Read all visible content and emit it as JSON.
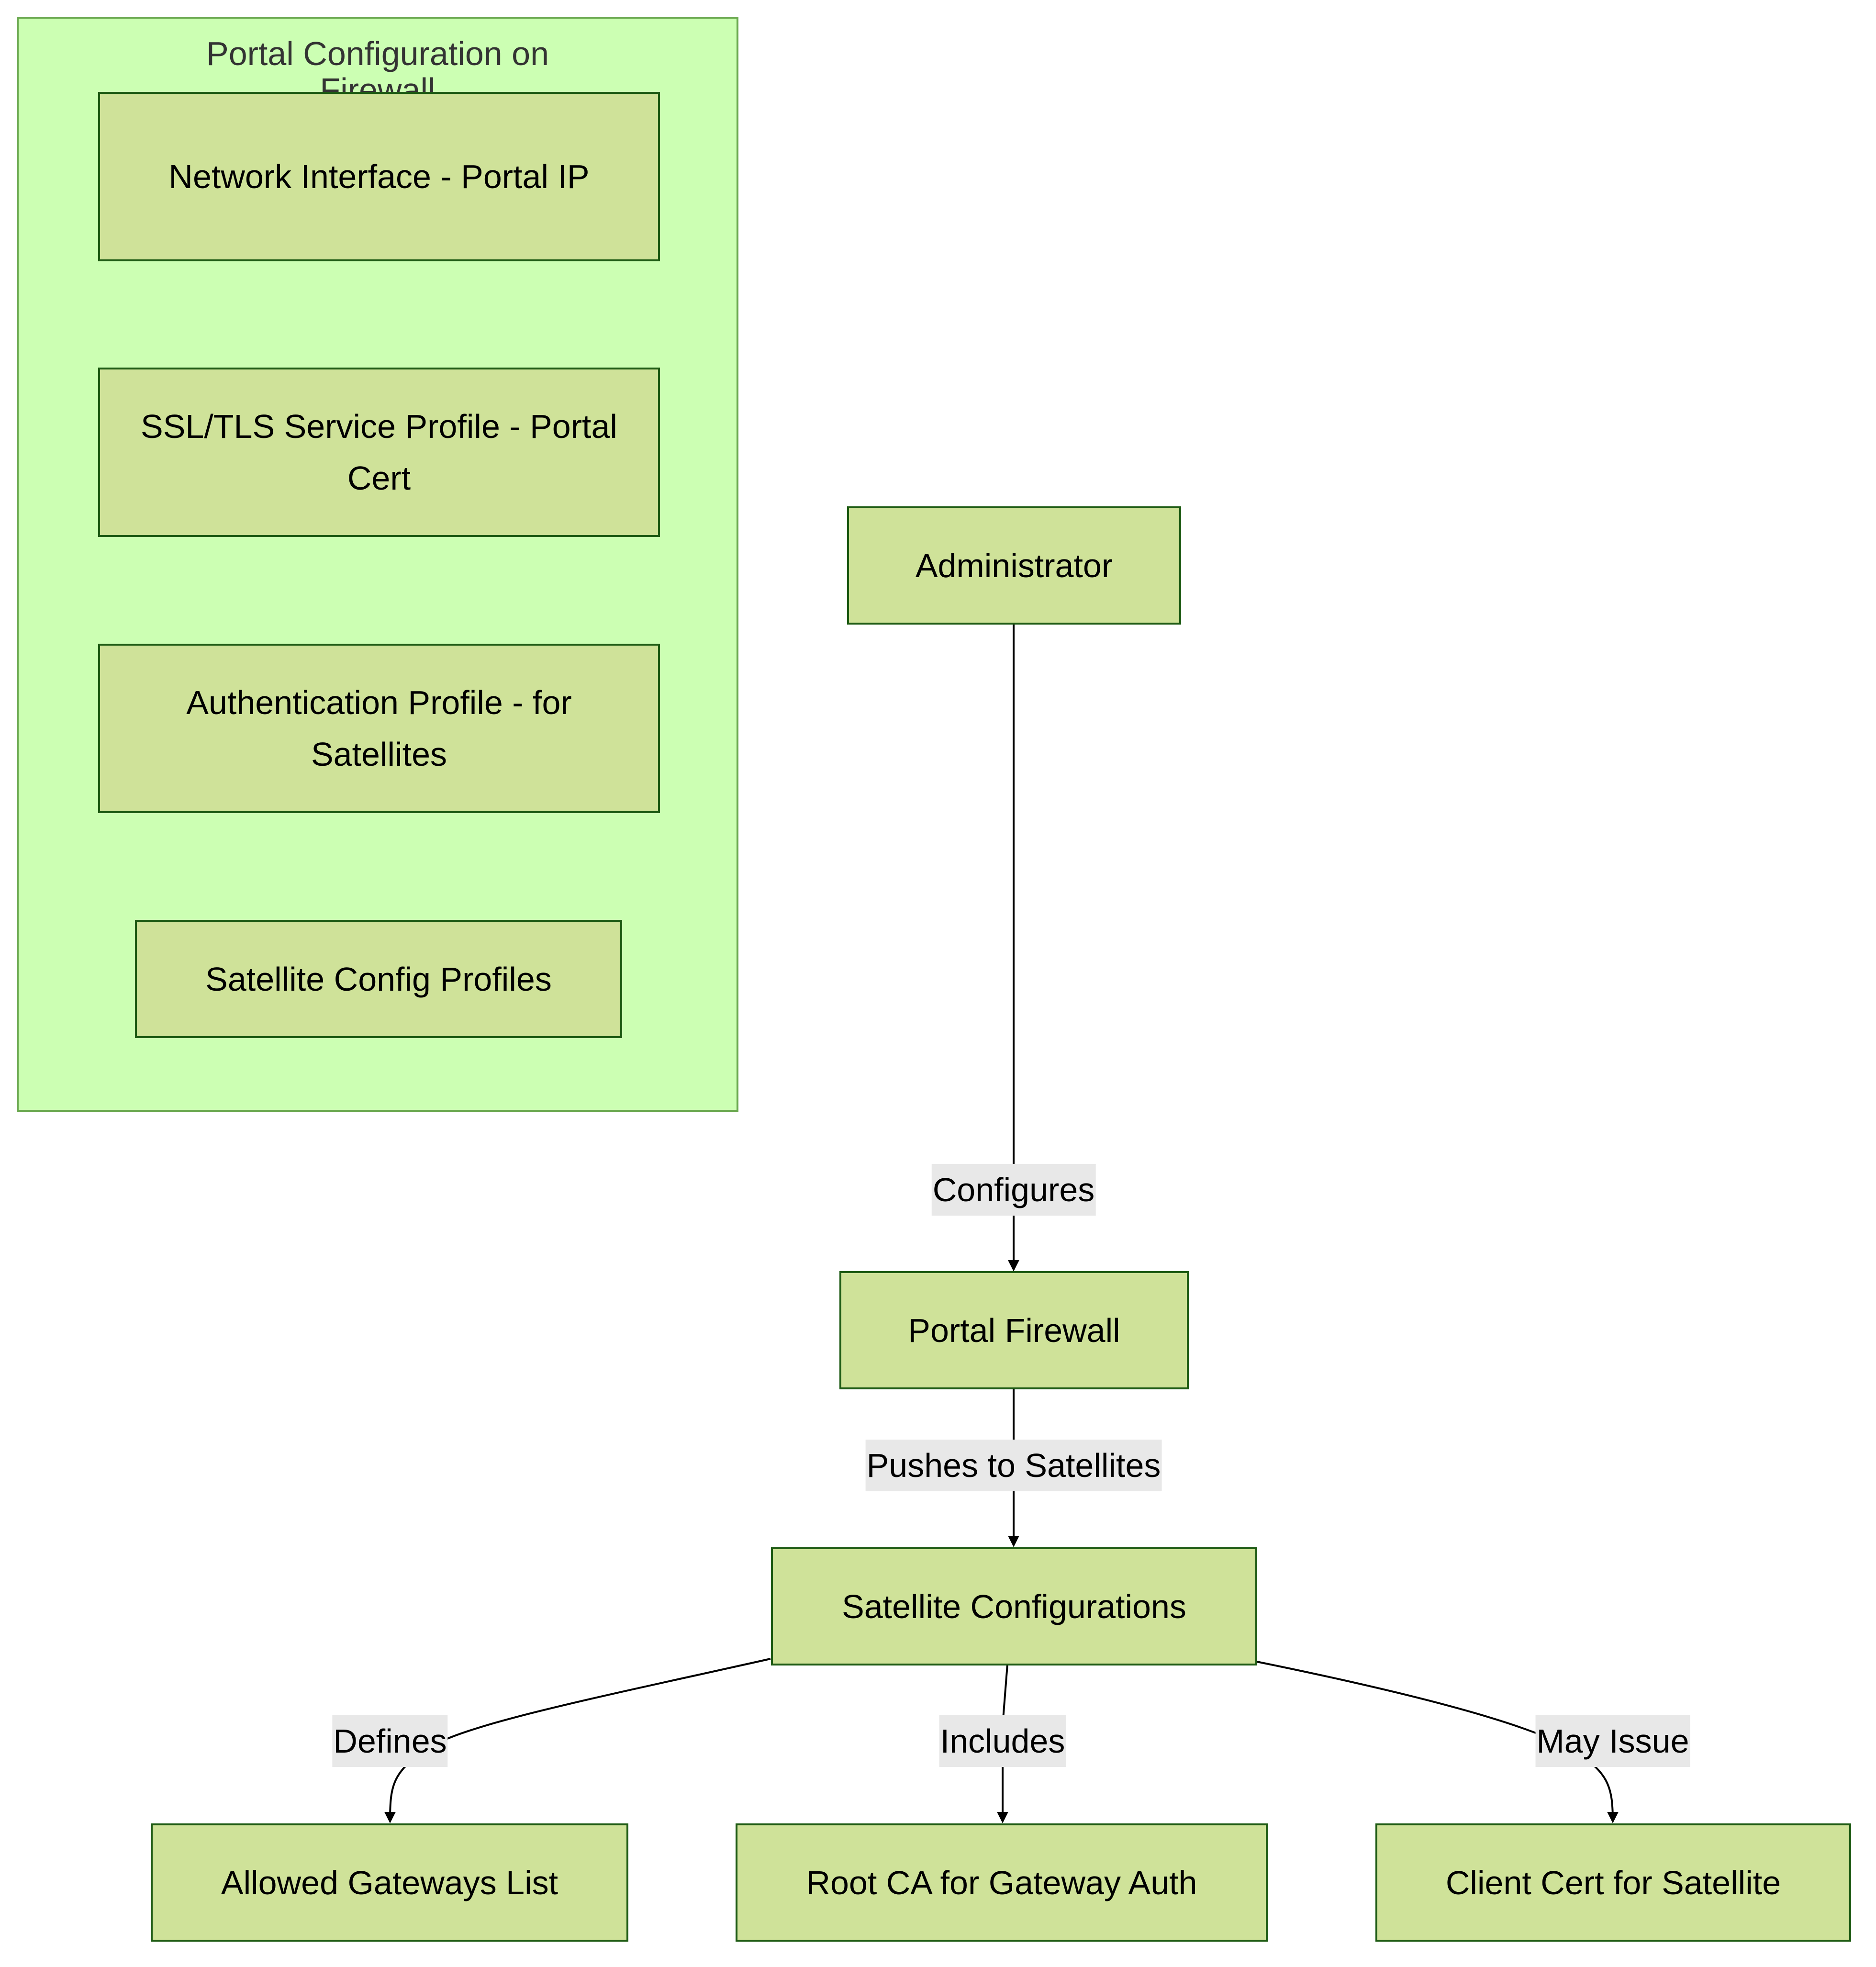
{
  "cluster": {
    "title": "Portal Configuration on Firewall"
  },
  "nodes": {
    "net_iface": "Network Interface - Portal IP",
    "ssl_profile": "SSL/TLS Service Profile - Portal Cert",
    "auth_profile": "Authentication Profile - for Satellites",
    "sat_profiles": "Satellite Config Profiles",
    "admin": "Administrator",
    "portal_fw": "Portal Firewall",
    "sat_configs": "Satellite Configurations",
    "allowed_gw": "Allowed Gateways List",
    "root_ca": "Root CA for Gateway Auth",
    "client_cert": "Client Cert for Satellite"
  },
  "edges": {
    "configures": "Configures",
    "pushes": "Pushes to Satellites",
    "defines": "Defines",
    "includes": "Includes",
    "may_issue": "May Issue"
  },
  "colors": {
    "cluster_fill": "#ccffb3",
    "cluster_border": "#6aa84f",
    "node_fill": "#cfe299",
    "node_border": "#1e5b14",
    "edge_label_bg": "#e8e8e8",
    "edge_stroke": "#000000"
  }
}
